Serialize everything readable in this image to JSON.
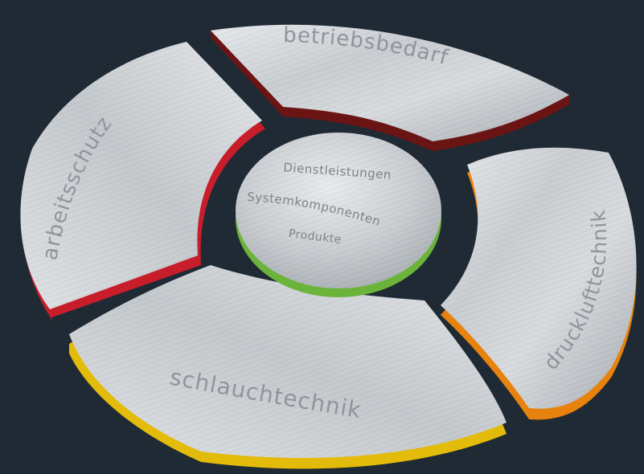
{
  "colors": {
    "background": "#1f2a35",
    "metal_light": "#e2e5e8",
    "metal_dark": "#9ba1a7",
    "betriebsbedarf_edge": "#6b1414",
    "arbeitsschutz_edge": "#c81e2c",
    "drucklufttechnik_edge": "#e8820e",
    "schlauchtechnik_edge": "#e3bb0a",
    "hub_edge": "#6cb33a"
  },
  "segments": {
    "betriebsbedarf": {
      "label": "betriebsbedarf"
    },
    "arbeitsschutz": {
      "label": "arbeitsschutz"
    },
    "drucklufttechnik": {
      "label": "drucklufttechnik"
    },
    "schlauchtechnik": {
      "label": "schlauchtechnik"
    }
  },
  "hub": {
    "line1": "Dienstleistungen",
    "line2": "Systemkomponenten",
    "line3": "Produkte"
  }
}
